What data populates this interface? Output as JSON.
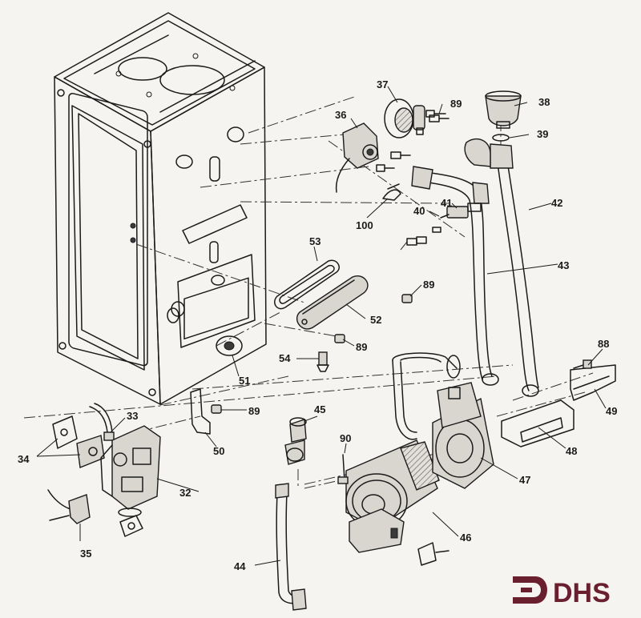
{
  "callouts": {
    "c32": "32",
    "c33": "33",
    "c34": "34",
    "c35": "35",
    "c36": "36",
    "c37": "37",
    "c38": "38",
    "c39": "39",
    "c40": "40",
    "c41": "41",
    "c42": "42",
    "c43": "43",
    "c44": "44",
    "c45": "45",
    "c46": "46",
    "c47": "47",
    "c48": "48",
    "c49": "49",
    "c50": "50",
    "c51": "51",
    "c52": "52",
    "c53": "53",
    "c54": "54",
    "c88": "88",
    "c89a": "89",
    "c89b": "89",
    "c89c": "89",
    "c89d": "89",
    "c90": "90",
    "c100": "100"
  },
  "logo": {
    "text": "DHS",
    "color": "#6a1f2e"
  },
  "colors": {
    "ink": "#1b1b1b",
    "paper": "#f6f4f1",
    "shade": "#d9d6d0"
  }
}
